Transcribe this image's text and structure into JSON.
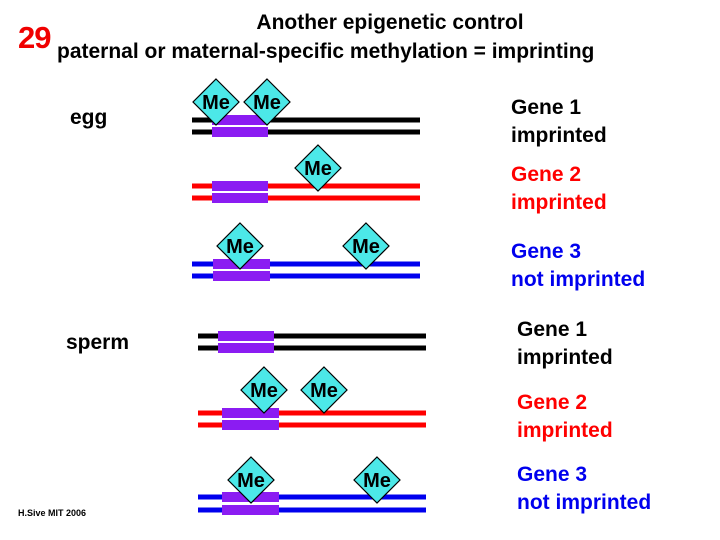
{
  "slide_number": "29",
  "title": "Another epigenetic control",
  "subtitle": "paternal or maternal-specific methylation = imprinting",
  "credit": "H.Sive MIT  2006",
  "colors": {
    "slide_number": "#f00000",
    "gene1": "#000000",
    "gene2": "#ff0000",
    "gene3": "#0000ee",
    "promoter": "#8b1cf2",
    "methyl_fill": "#4ce8e8",
    "methyl_stroke": "#000000"
  },
  "methyl_label": "Me",
  "sections": [
    {
      "label": "egg",
      "genes": [
        {
          "name": "Gene 1",
          "status": "imprinted",
          "color_key": "gene1",
          "methyl_sites": [
            "promoter-left",
            "promoter-right"
          ]
        },
        {
          "name": "Gene 2",
          "status": "imprinted",
          "color_key": "gene2",
          "methyl_sites": [
            "gene-body"
          ]
        },
        {
          "name": "Gene 3",
          "status": "not imprinted",
          "color_key": "gene3",
          "methyl_sites": [
            "promoter",
            "gene-body"
          ]
        }
      ]
    },
    {
      "label": "sperm",
      "genes": [
        {
          "name": "Gene 1",
          "status": "imprinted",
          "color_key": "gene1",
          "methyl_sites": []
        },
        {
          "name": "Gene 2",
          "status": "imprinted",
          "color_key": "gene2",
          "methyl_sites": [
            "promoter",
            "near-promoter"
          ]
        },
        {
          "name": "Gene 3",
          "status": "not imprinted",
          "color_key": "gene3",
          "methyl_sites": [
            "promoter",
            "gene-body"
          ]
        }
      ]
    }
  ]
}
